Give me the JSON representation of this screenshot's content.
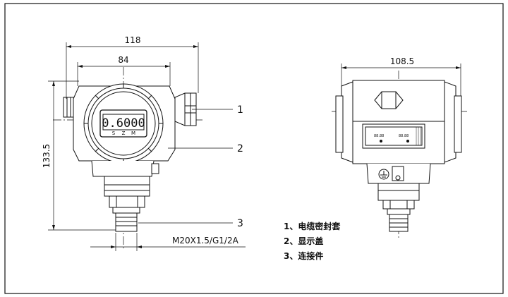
{
  "dimensions": {
    "width_total": "118",
    "width_body": "84",
    "height_total": "133.5",
    "thread_spec": "M20X1.5/G1/2A",
    "side_width": "108.5"
  },
  "display": {
    "reading": "0.6000",
    "keys": [
      "S",
      "Z",
      "M"
    ]
  },
  "callouts": [
    "1",
    "2",
    "3"
  ],
  "legend": [
    "1、电缆密封套",
    "2、显示盖",
    "3、连接件"
  ],
  "side_display": {
    "left_reading": "88.88",
    "right_reading": "88.88"
  }
}
